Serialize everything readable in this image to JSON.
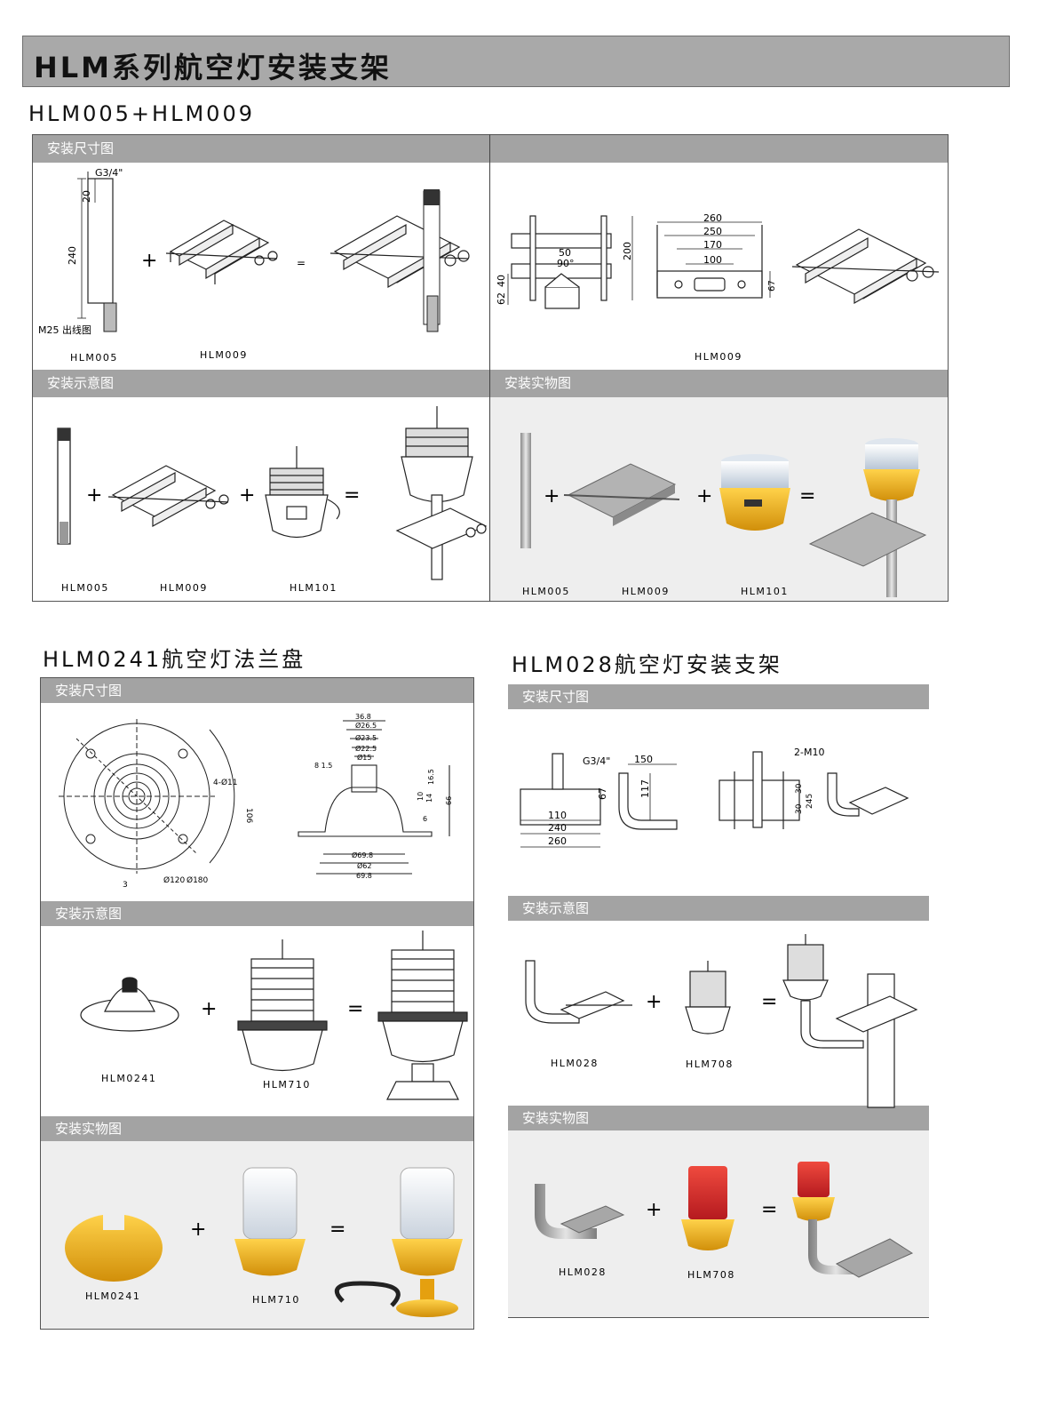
{
  "header": {
    "title": "HLM系列航空灯安装支架"
  },
  "section1": {
    "title": "HLM005+HLM009",
    "dim_head": "安装尺寸图",
    "schematic_head": "安装示意图",
    "photo_head": "安装实物图",
    "dim_labels": {
      "g34": "G3/4\"",
      "d20": "20",
      "d240": "240",
      "m25": "M25 出线图",
      "hlm005": "HLM005",
      "hlm009": "HLM009"
    },
    "dim2_labels": {
      "d260": "260",
      "d250": "250",
      "d170": "170",
      "d100": "100",
      "d50": "50",
      "d90": "90°",
      "d200": "200",
      "d40": "40",
      "d62": "62",
      "d67": "67",
      "hlm009": "HLM009"
    },
    "schem_labels": [
      "HLM005",
      "HLM009",
      "HLM101"
    ],
    "photo_labels": [
      "HLM005",
      "HLM009",
      "HLM101"
    ]
  },
  "section2": {
    "title": "HLM0241航空灯法兰盘",
    "dim_head": "安装尺寸图",
    "schematic_head": "安装示意图",
    "photo_head": "安装实物图",
    "dim_labels": {
      "d11": "4-Ø11",
      "d106": "106",
      "d3": "3",
      "d120": "Ø120",
      "d180": "Ø180",
      "d36": "36.8",
      "d265": "Ø26.5",
      "d235": "Ø23.5",
      "d225": "Ø22.5",
      "d15": "Ø15",
      "d815": "8 1.5",
      "d165": "16.5",
      "d10": "10",
      "d14": "14",
      "d66": "66",
      "d6": "6",
      "d698a": "Ø69.8",
      "d62": "Ø62",
      "d698b": "69.8"
    },
    "schem_labels": [
      "HLM0241",
      "HLM710"
    ],
    "photo_labels": [
      "HLM0241",
      "HLM710"
    ]
  },
  "section3": {
    "title": "HLM028航空灯安装支架",
    "dim_head": "安装尺寸图",
    "schematic_head": "安装示意图",
    "photo_head": "安装实物图",
    "dim_labels": {
      "g34": "G3/4\"",
      "d150": "150",
      "d117": "117",
      "d67": "67",
      "d110": "110",
      "d240": "240",
      "d260": "260",
      "m10": "2-M10",
      "d30": "30",
      "d30b": "30",
      "d245": "245"
    },
    "schem_labels": [
      "HLM028",
      "HLM708"
    ],
    "photo_labels": [
      "HLM028",
      "HLM708"
    ]
  },
  "symbols": {
    "plus": "+",
    "equals": "="
  },
  "colors": {
    "panel_head": "#a3a3a3",
    "title_bar": "#a9a9a9",
    "yellow": "#f2b51a",
    "red": "#d8282c"
  }
}
